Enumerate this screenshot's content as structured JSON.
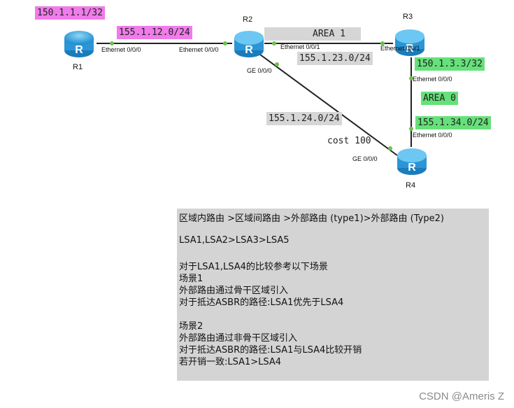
{
  "routers": [
    {
      "id": "r1",
      "label": "R1"
    },
    {
      "id": "r2",
      "label": "R2"
    },
    {
      "id": "r3",
      "label": "R3"
    },
    {
      "id": "r4",
      "label": "R4"
    }
  ],
  "labels": {
    "r1_loopback": "150.1.1.1/32",
    "net_12": "155.1.12.0/24",
    "area1": "AREA  1",
    "net_23": "155.1.23.0/24",
    "r3_loopback": "150.1.3.3/32",
    "area0": "AREA 0",
    "net_34": "155.1.34.0/24",
    "net_24": "155.1.24.0/24",
    "cost": "cost 100"
  },
  "interfaces": {
    "r1_e000": "Ethernet 0/0/0",
    "r2_e000": "Ethernet 0/0/0",
    "r2_e001": "Ethernet 0/0/1",
    "r2_ge000": "GE 0/0/0",
    "r3_e001": "Ethernet 0/0/1",
    "r3_e000": "Ethernet 0/0/0",
    "r4_e000": "Ethernet 0/0/0",
    "r4_ge000": "GE 0/0/0"
  },
  "notes": [
    "区域内路由 >区域间路由 >外部路由 (type1)>外部路由 (Type2)",
    "LSA1,LSA2>LSA3>LSA5",
    "对于LSA1,LSA4的比较参考以下场景",
    "场景1",
    "外部路由通过骨干区域引入",
    "对于抵达ASBR的路径:LSA1优先于LSA4",
    "场景2",
    "外部路由通过非骨干区域引入",
    "对于抵达ASBR的路径:LSA1与LSA4比较开销",
    "若开销一致:LSA1>LSA4"
  ],
  "watermark": "CSDN @Ameris Z",
  "colors": {
    "pink": "#f07bea",
    "gray": "#d6d6d6",
    "green": "#66e07a",
    "router": "#3fa9e0"
  }
}
